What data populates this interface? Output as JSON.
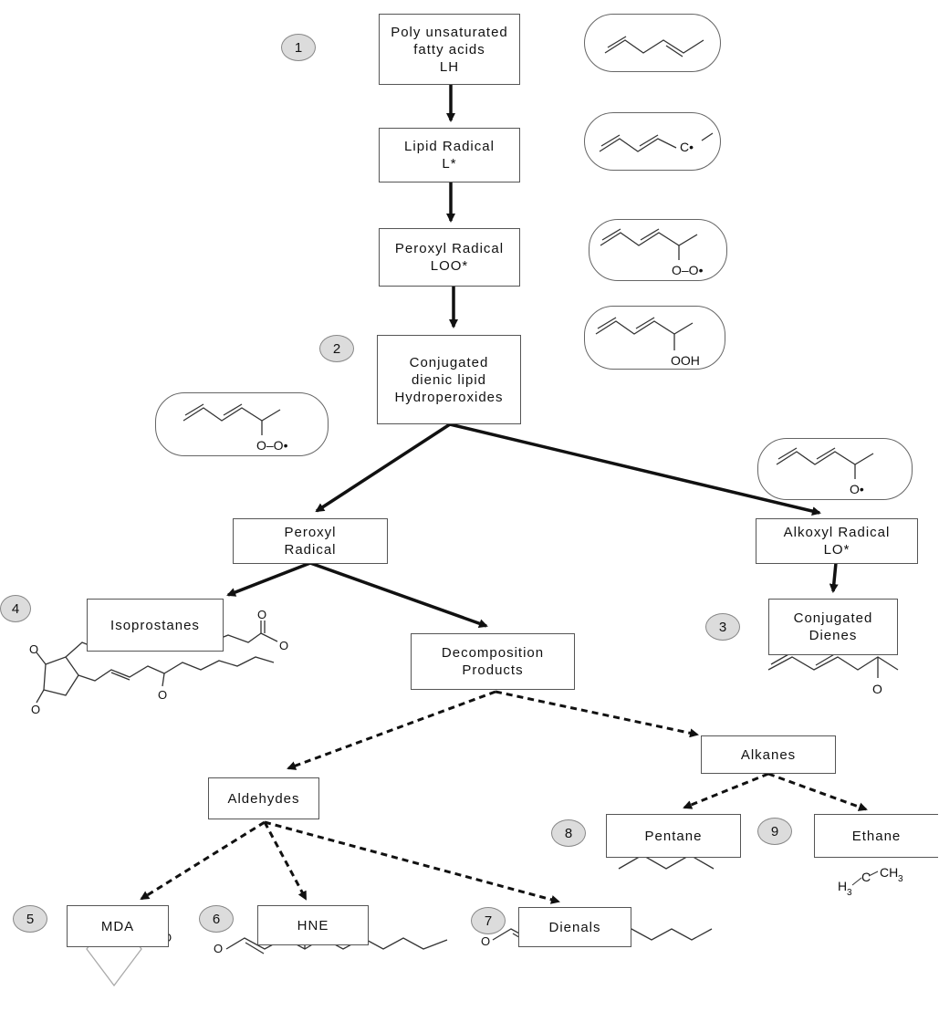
{
  "boxes": {
    "pufa": {
      "line1": "Poly unsaturated",
      "line2": "fatty acids",
      "line3": "LH"
    },
    "lipid": {
      "line1": "Lipid Radical",
      "line2": "L*"
    },
    "peroxyl_top": {
      "line1": "Peroxyl Radical",
      "line2": "LOO*"
    },
    "conjugated_hydro": {
      "line1": "Conjugated",
      "line2": "dienic lipid",
      "line3": "Hydroperoxides"
    },
    "peroxyl": {
      "line1": "Peroxyl",
      "line2": "Radical"
    },
    "alkoxyl": {
      "line1": "Alkoxyl Radical",
      "line2": "LO*"
    },
    "isoprostanes": {
      "line1": "Isoprostanes"
    },
    "conj_dienes": {
      "line1": "Conjugated",
      "line2": "Dienes"
    },
    "decomp": {
      "line1": "Decomposition",
      "line2": "Products"
    },
    "alkanes": {
      "line1": "Alkanes"
    },
    "aldehydes": {
      "line1": "Aldehydes"
    },
    "pentane": {
      "line1": "Pentane"
    },
    "ethane": {
      "line1": "Ethane"
    },
    "mda": {
      "line1": "MDA"
    },
    "hne": {
      "line1": "HNE"
    },
    "dienals": {
      "line1": "Dienals"
    }
  },
  "badges": {
    "b1": "1",
    "b2": "2",
    "b3": "3",
    "b4": "4",
    "b5": "5",
    "b6": "6",
    "b7": "7",
    "b8": "8",
    "b9": "9"
  },
  "structure_labels": {
    "carbon_radical": "C•",
    "peroxyl_oo": "O–O•",
    "hydroperoxide": "OOH",
    "alkoxyl_o": "O•",
    "oxygen": "O",
    "ethane_formula_h3c": "H",
    "ethane_formula_c": "C",
    "ethane_formula_ch3": "CH",
    "sub3": "3"
  }
}
